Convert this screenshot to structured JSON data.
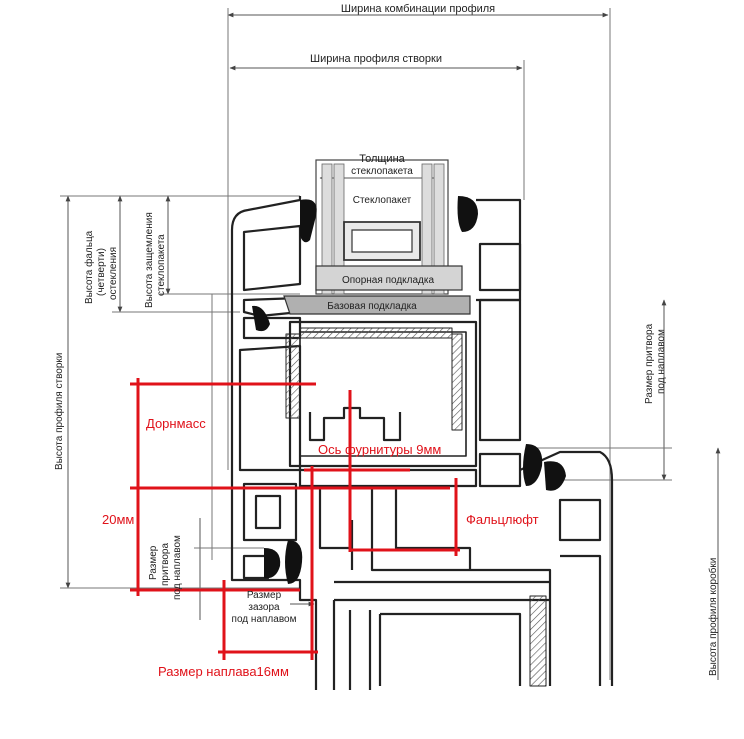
{
  "labels": {
    "combo_width": "Ширина комбинации профиля",
    "sash_width": "Ширина профиля створки",
    "glass_thickness_1": "Толщина",
    "glass_thickness_2": "стеклопакета",
    "glass_unit": "Стеклопакет",
    "support_pad": "Опорная подкладка",
    "base_pad": "Базовая подкладка",
    "rebate_height_1": "Высота фальца",
    "rebate_height_2": "(четверти)",
    "rebate_height_3": "остекления",
    "clamp_height_1": "Высота защемления",
    "clamp_height_2": "стеклопакета",
    "sash_height": "Высота профиля створки",
    "stop_size_1": "Размер притвора",
    "stop_size_2": "под наплавом",
    "frame_height": "Высота профиля коробки",
    "small_stop_1": "Размер",
    "small_stop_2": "притвора",
    "small_stop_3": "под наплавом",
    "gap_1": "Размер",
    "gap_2": "зазора",
    "gap_3": "под наплавом"
  },
  "red_labels": {
    "dornmass": "Дорнмасс",
    "mm20": "20мм",
    "axis": "Ось фурнитуры 9мм",
    "falz": "Фальцлюфт",
    "overlap": "Размер наплава16мм"
  },
  "colors": {
    "red": "#e0121a",
    "line": "#222222",
    "gray_fill": "#cfcfcf",
    "dim": "#555555"
  }
}
